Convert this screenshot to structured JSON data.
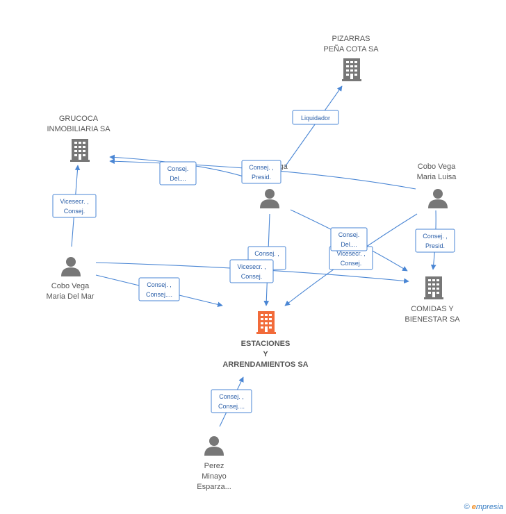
{
  "colors": {
    "edge": "#4a86d4",
    "company": "#777777",
    "main_company": "#f26b3a",
    "person": "#777777"
  },
  "nodes": {
    "pizarras": {
      "type": "company",
      "lines": [
        "PIZARRAS",
        "PEÑA COTA SA"
      ]
    },
    "grucoca": {
      "type": "company",
      "lines": [
        "GRUCOCA",
        "INMOBILIARIA SA"
      ]
    },
    "center_person": {
      "type": "person",
      "lines": [
        "...ga"
      ]
    },
    "cobo_luisa": {
      "type": "person",
      "lines": [
        "Cobo Vega",
        "Maria Luisa"
      ]
    },
    "cobo_mar": {
      "type": "person",
      "lines": [
        "Cobo Vega",
        "Maria Del Mar"
      ]
    },
    "comidas": {
      "type": "company",
      "lines": [
        "COMIDAS Y",
        "BIENESTAR SA"
      ]
    },
    "estaciones": {
      "type": "main_company",
      "lines": [
        "ESTACIONES",
        "Y",
        "ARRENDAMIENTOS SA"
      ]
    },
    "perez": {
      "type": "person",
      "lines": [
        "Perez",
        "Minayo",
        "Esparza..."
      ]
    }
  },
  "edge_labels": {
    "liquidador": [
      "Liquidador"
    ],
    "consej_del_grucoca": [
      "Consej.",
      "Del...."
    ],
    "consej_presid_center": [
      "Consej. ,",
      "Presid."
    ],
    "vicesecr_grucoca": [
      "Vicesecr. ,",
      "Consej."
    ],
    "consej_presid_luisa": [
      "Consej. ,",
      "Presid."
    ],
    "consej_center_est": [
      "Consej. ,",
      ""
    ],
    "consej_del_comidas": [
      "Consej.",
      "Del...."
    ],
    "vicesecr_consej_comidas": [
      "Vicesecr. ,",
      "Consej."
    ],
    "vicesecr_consej_mar": [
      "Vicesecr. ,",
      "Consej."
    ],
    "consej_mar_est": [
      "Consej. ,",
      "Consej...."
    ],
    "consej_perez": [
      "Consej. ,",
      "Consej...."
    ]
  },
  "footer": {
    "copyright": "©",
    "brand_first": "e",
    "brand_rest": "mpresia"
  }
}
